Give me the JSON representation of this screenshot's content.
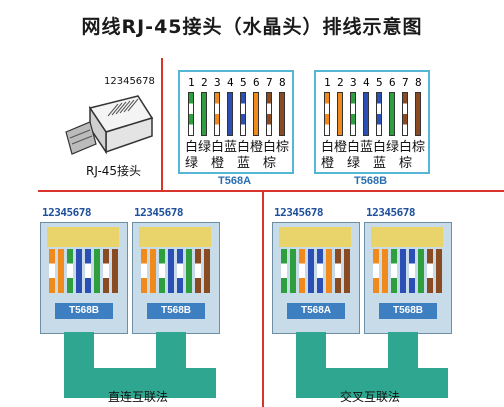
{
  "title": "网线RJ-45接头（水晶头）排线示意图",
  "connector": {
    "pin_numbers": "12345678",
    "caption": "RJ-45接头"
  },
  "standards": [
    {
      "name": "T568A",
      "pins": [
        "1",
        "2",
        "3",
        "4",
        "5",
        "6",
        "7",
        "8"
      ],
      "wires": [
        {
          "stripe": "#ffffff",
          "color": "#2f9e3f"
        },
        {
          "stripe": "#2f9e3f",
          "color": "#2f9e3f"
        },
        {
          "stripe": "#ffffff",
          "color": "#f08a1c"
        },
        {
          "stripe": "#2b4fb5",
          "color": "#2b4fb5"
        },
        {
          "stripe": "#ffffff",
          "color": "#2b4fb5"
        },
        {
          "stripe": "#f08a1c",
          "color": "#f08a1c"
        },
        {
          "stripe": "#ffffff",
          "color": "#8a4a22"
        },
        {
          "stripe": "#8a4a22",
          "color": "#8a4a22"
        }
      ],
      "row1": [
        "白",
        "绿",
        "白",
        "蓝",
        "白",
        "橙",
        "白",
        "棕"
      ],
      "row2": [
        "绿",
        "",
        "橙",
        "",
        "蓝",
        "",
        "棕",
        ""
      ]
    },
    {
      "name": "T568B",
      "pins": [
        "1",
        "2",
        "3",
        "4",
        "5",
        "6",
        "7",
        "8"
      ],
      "wires": [
        {
          "stripe": "#ffffff",
          "color": "#f08a1c"
        },
        {
          "stripe": "#f08a1c",
          "color": "#f08a1c"
        },
        {
          "stripe": "#ffffff",
          "color": "#2f9e3f"
        },
        {
          "stripe": "#2b4fb5",
          "color": "#2b4fb5"
        },
        {
          "stripe": "#ffffff",
          "color": "#2b4fb5"
        },
        {
          "stripe": "#2f9e3f",
          "color": "#2f9e3f"
        },
        {
          "stripe": "#ffffff",
          "color": "#8a4a22"
        },
        {
          "stripe": "#8a4a22",
          "color": "#8a4a22"
        }
      ],
      "row1": [
        "白",
        "橙",
        "白",
        "蓝",
        "白",
        "绿",
        "白",
        "棕"
      ],
      "row2": [
        "橙",
        "",
        "绿",
        "",
        "蓝",
        "",
        "棕",
        ""
      ]
    }
  ],
  "cables": [
    {
      "caption": "直连互联法",
      "plugs": [
        {
          "nums": "12345678",
          "label": "T568B"
        },
        {
          "nums": "12345678",
          "label": "T568B"
        }
      ]
    },
    {
      "caption": "交叉互联法",
      "plugs": [
        {
          "nums": "12345678",
          "label": "T568A"
        },
        {
          "nums": "12345678",
          "label": "T568B"
        }
      ]
    }
  ],
  "colors": {
    "divider": "#d9342b",
    "panel_border": "#56b6d6",
    "cable": "#2fa68f",
    "plug_label": "#3e7fc2"
  }
}
